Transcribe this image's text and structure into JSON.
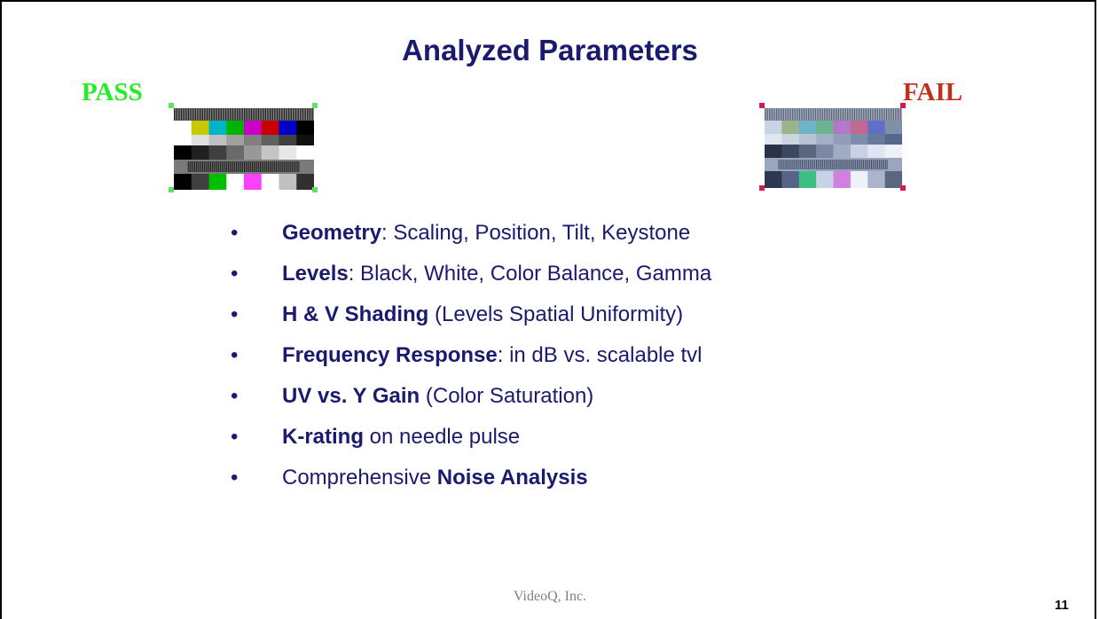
{
  "slide": {
    "title": "Analyzed Parameters",
    "pass_label": "PASS",
    "fail_label": "FAIL",
    "footer": "VideoQ, Inc.",
    "page_number": "11"
  },
  "bullets": [
    {
      "bold": "Geometry",
      "rest": ": Scaling, Position, Tilt, Keystone",
      "order": "bold-first"
    },
    {
      "bold": "Levels",
      "rest": ": Black, White, Color Balance, Gamma",
      "order": "bold-first"
    },
    {
      "bold": "H & V Shading",
      "rest": " (Levels Spatial Uniformity)",
      "order": "bold-first"
    },
    {
      "bold": "Frequency Response",
      "rest": ": in dB vs. scalable tvl",
      "order": "bold-first"
    },
    {
      "bold": "UV vs. Y Gain",
      "rest": " (Color Saturation)",
      "order": "bold-first"
    },
    {
      "bold": "K-rating",
      "rest": " on needle pulse",
      "order": "bold-first"
    },
    {
      "bold": "Noise Analysis",
      "rest": "Comprehensive ",
      "order": "rest-first"
    }
  ],
  "colors": {
    "title": "#1a1a6e",
    "pass": "#22ee22",
    "fail": "#c0301c",
    "bars_pass": [
      "#ffffff",
      "#c8c800",
      "#00b4c8",
      "#00b400",
      "#c800c8",
      "#c80000",
      "#0000c8",
      "#000000"
    ],
    "bars_fail": [
      "#c8d4e6",
      "#9cb48a",
      "#6cb4c8",
      "#6ab490",
      "#b478c8",
      "#c06890",
      "#6070c8",
      "#8090a8"
    ]
  }
}
